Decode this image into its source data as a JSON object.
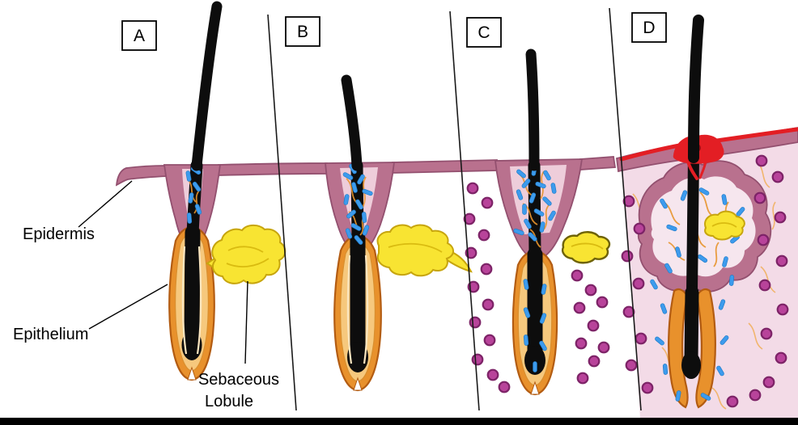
{
  "panel_letters": [
    "A",
    "B",
    "C",
    "D"
  ],
  "labels": {
    "epidermis": "Epidermis",
    "epithelium": "Epithelium",
    "sebaceous_line1": "Sebaceous",
    "sebaceous_line2": "Lobule"
  },
  "colors": {
    "epidermis": "#b9718e",
    "epidermis-outline": "#93506f",
    "canal": "#eecdda",
    "follicle-outer": "#e8912c",
    "follicle-outline": "#b35c12",
    "follicle-inner": "#f6c87d",
    "sebaceous": "#f8e432",
    "sebaceous-outline": "#c7a50d",
    "hair": "#0d0d0d",
    "bacteria": "#3d9bed",
    "inflammatory-cell": "#b8439a",
    "inflammatory-cell-ring": "#7d2367",
    "inflammation": "#e31e24",
    "dermis-d": "#f3dbe7",
    "divider": "#1a1a1a"
  }
}
